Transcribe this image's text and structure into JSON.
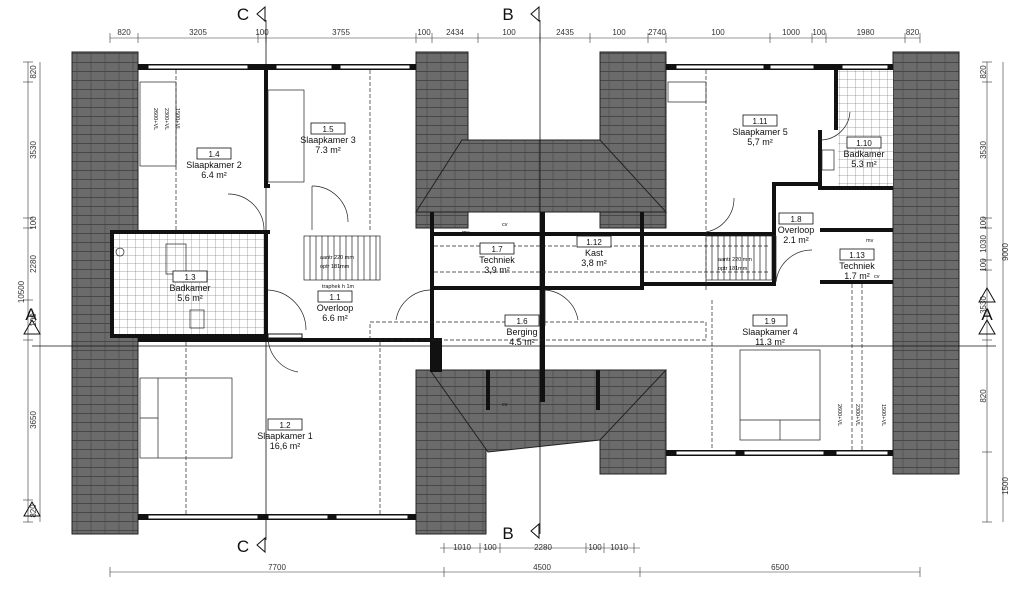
{
  "sections": {
    "a": "A",
    "b": "B",
    "c": "C"
  },
  "dimensions": {
    "top": [
      "820",
      "3205",
      "100",
      "3755",
      "100",
      "2434",
      "100",
      "2435",
      "100",
      "2740",
      "100",
      "1000",
      "100",
      "1980",
      "820"
    ],
    "bottom_inner": [
      "1010",
      "100",
      "2280",
      "100",
      "1010"
    ],
    "bottom": [
      "7700",
      "4500",
      "6500"
    ],
    "left": [
      "820",
      "3530",
      "100",
      "2280",
      "100",
      "3650",
      "820"
    ],
    "left_total": "10500",
    "right": [
      "820",
      "3530",
      "100",
      "1030",
      "100",
      "3530",
      "820"
    ],
    "right_total": "9000",
    "right_extra": "1500"
  },
  "rooms": [
    {
      "id": "1.1",
      "name": "Overloop",
      "area": "6.6 m²"
    },
    {
      "id": "1.2",
      "name": "Slaapkamer 1",
      "area": "16,6 m²"
    },
    {
      "id": "1.3",
      "name": "Badkamer",
      "area": "5.6 m²"
    },
    {
      "id": "1.4",
      "name": "Slaapkamer 2",
      "area": "6.4 m²"
    },
    {
      "id": "1.5",
      "name": "Slaapkamer 3",
      "area": "7.3 m²"
    },
    {
      "id": "1.6",
      "name": "Berging",
      "area": "4.5 m²"
    },
    {
      "id": "1.7",
      "name": "Techniek",
      "area": "3,9 m²"
    },
    {
      "id": "1.12",
      "name": "Kast",
      "area": "3,8 m²"
    },
    {
      "id": "1.8",
      "name": "Overloop",
      "area": "2.1 m²"
    },
    {
      "id": "1.9",
      "name": "Slaapkamer 4",
      "area": "11.3 m²"
    },
    {
      "id": "1.10",
      "name": "Badkamer",
      "area": "5.3 m²"
    },
    {
      "id": "1.11",
      "name": "Slaapkamer 5",
      "area": "5,7 m²"
    },
    {
      "id": "1.13",
      "name": "Techniek",
      "area": "1.7 m²"
    }
  ],
  "notes": {
    "mv": "mv",
    "cv": "cv",
    "traphek": "traphek h 1m",
    "aantr": "aantr 220 mm",
    "optr": "optr 181mm",
    "vl1500": "1500+VL",
    "vl2300": "2300+VL",
    "vl2600": "2600+VL"
  }
}
